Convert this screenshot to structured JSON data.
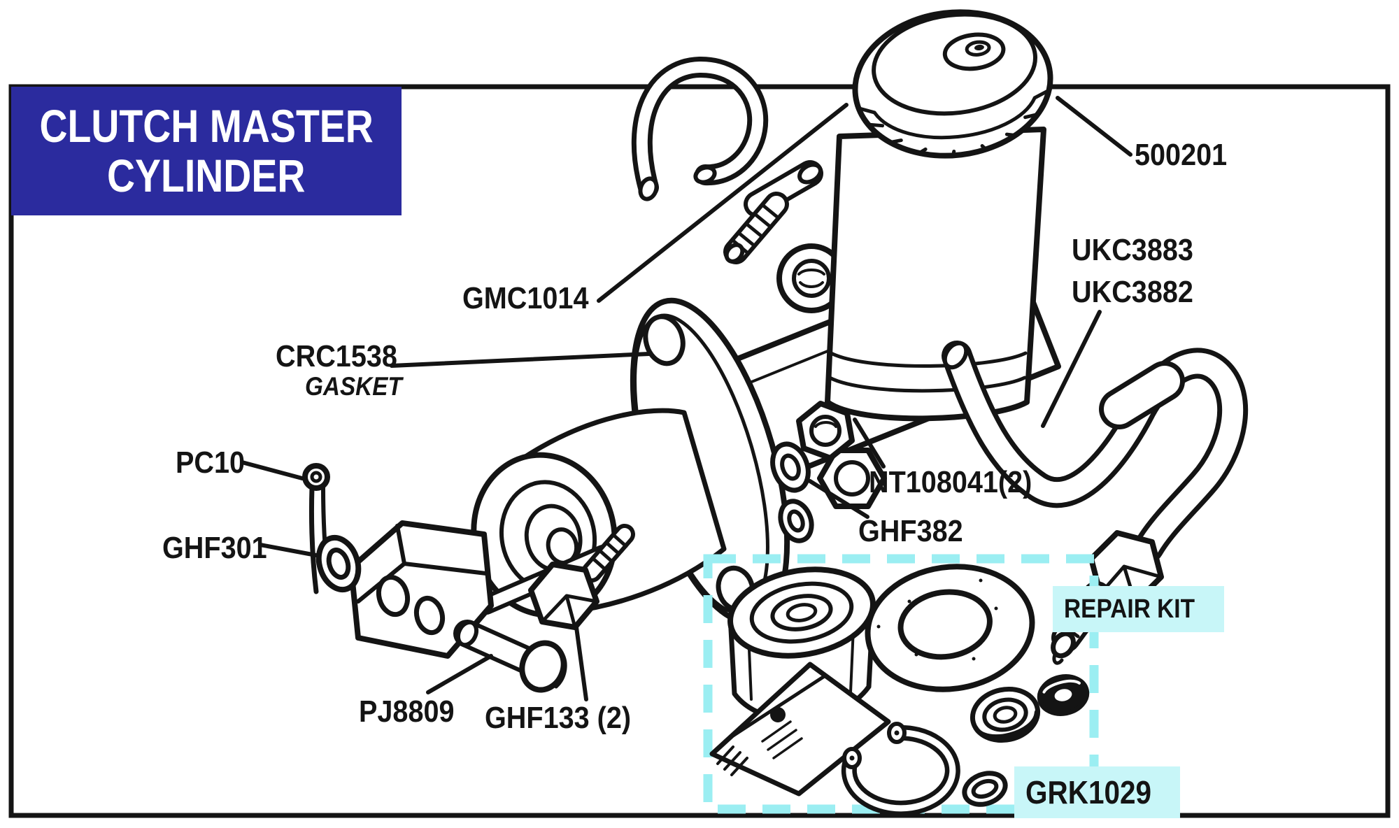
{
  "theme": {
    "paper": "#ffffff",
    "ink": "#141414",
    "banner-bg": "#2b2b9e",
    "banner-text": "#ffffff",
    "highlight": "#c8f6f8",
    "dash": "#9beef2"
  },
  "banner": {
    "line1": "CLUTCH MASTER",
    "line2": "CYLINDER"
  },
  "labels": [
    {
      "id": "500201",
      "text": "500201"
    },
    {
      "id": "ukc3883",
      "text": "UKC3883"
    },
    {
      "id": "ukc3882",
      "text": "UKC3882"
    },
    {
      "id": "gmc1014",
      "text": "GMC1014"
    },
    {
      "id": "crc1538",
      "text": "CRC1538"
    },
    {
      "id": "gasket",
      "text": "GASKET"
    },
    {
      "id": "pc10",
      "text": "PC10"
    },
    {
      "id": "ghf301",
      "text": "GHF301"
    },
    {
      "id": "nt108041",
      "text": "NT108041(2)"
    },
    {
      "id": "ghf382",
      "text": "GHF382"
    },
    {
      "id": "pj8809",
      "text": "PJ8809"
    },
    {
      "id": "ghf133",
      "text": "GHF133 (2)"
    }
  ],
  "repair_kit": {
    "title": "REPAIR KIT",
    "code": "GRK1029"
  }
}
